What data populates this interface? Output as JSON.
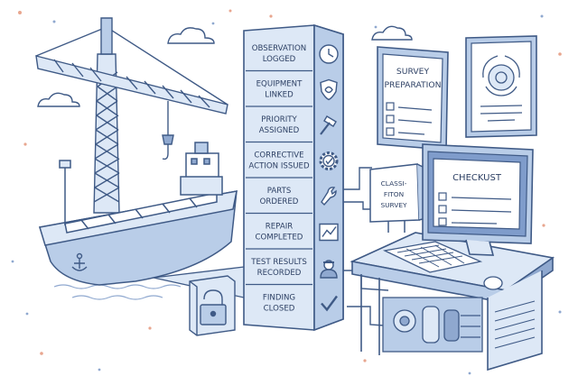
{
  "colors": {
    "line": "#3f5a86",
    "fill_light": "#dde8f6",
    "fill_mid": "#b9cde8",
    "fill_dark": "#8fa8cf",
    "paper": "#ffffff",
    "screen_blue": "#7f9ccb"
  },
  "steps": [
    {
      "line1": "Observation",
      "line2": "Logged",
      "icon": "clock-icon"
    },
    {
      "line1": "Equipment",
      "line2": "Linked",
      "icon": "shield-link-icon"
    },
    {
      "line1": "Priority",
      "line2": "Assigned",
      "icon": "hammer-icon"
    },
    {
      "line1": "Corrective",
      "line2": "Action Issued",
      "icon": "gear-check-icon"
    },
    {
      "line1": "Parts",
      "line2": "Ordered",
      "icon": "wrench-icon"
    },
    {
      "line1": "Repair",
      "line2": "Completed",
      "icon": "chart-check-icon"
    },
    {
      "line1": "Test Results",
      "line2": "Recorded",
      "icon": "inspector-icon"
    },
    {
      "line1": "Finding",
      "line2": "Closed",
      "icon": "checkmark-icon"
    }
  ],
  "survey_board": {
    "line1": "Survey",
    "line2": "Preparation"
  },
  "classification_sign": {
    "line1": "Classi-",
    "line2": "fiton",
    "line3": "Survey"
  },
  "monitor_title": "Checkust",
  "icons": [
    "crane-icon",
    "ship-icon",
    "anchor-icon",
    "padlock-icon",
    "certificate-seal-icon",
    "keyboard-icon",
    "mouse-icon",
    "cloud-icon"
  ]
}
